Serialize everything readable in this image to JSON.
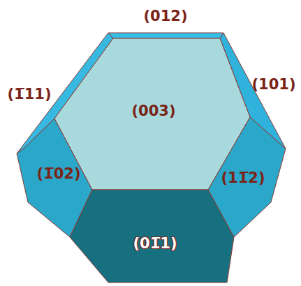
{
  "diagram": {
    "nodes": [
      {
        "text": [
          "(003)"
        ]
      },
      {
        "text": [
          "(1̅02)"
        ]
      },
      {
        "text": [
          "(11̅2)"
        ]
      },
      {
        "text": [
          "(01̅1)"
        ]
      }
    ],
    "labels": [
      "(012)",
      "(1̅11)",
      "(101)"
    ]
  }
}
